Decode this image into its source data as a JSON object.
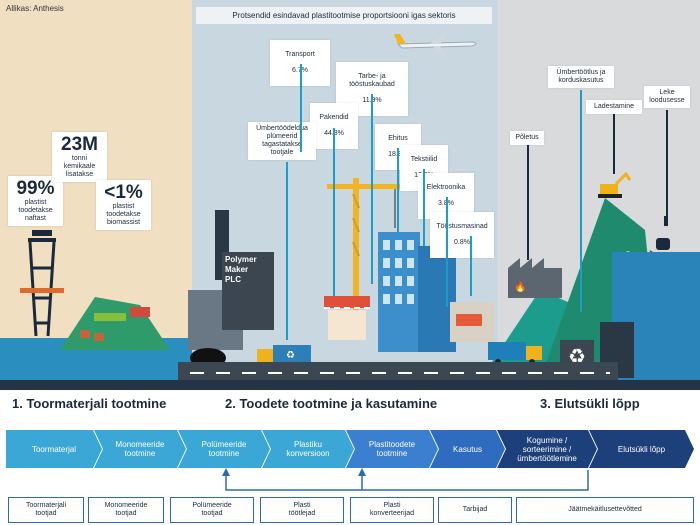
{
  "source": "Allikas: Anthesis",
  "stats": [
    {
      "value": "99%",
      "text": "plastist\ntoodetakse\nnaftast"
    },
    {
      "value": "23M",
      "text": "tonni\nkemikaale\nlisatakse"
    },
    {
      "value": "<1%",
      "text": "plastist\ntoodetakse\nbiomassist"
    }
  ],
  "factory_sign": "Polymer\nMaker\nPLC",
  "sector_chart": {
    "title": "Protsendid esindavad plastitootmise proportsiooni igas sektoris",
    "sectors": [
      {
        "name": "Transport",
        "value": "6.7%"
      },
      {
        "name": "Tarbe- ja\ntööstuskaubad",
        "value": "11.9%"
      },
      {
        "name": "Pakendid",
        "value": "44.8%"
      },
      {
        "name": "Ehitus",
        "value": "18.8%"
      },
      {
        "name": "Tekstiilid",
        "value": "13.2%"
      },
      {
        "name": "Elektroonika",
        "value": "3.8%"
      },
      {
        "name": "Tööstusmasinad",
        "value": "0.8%"
      }
    ],
    "recycled_label": "Ümbertöödeldua\nplümeerid\ntagastatakse\ntootjale"
  },
  "end_of_life": {
    "incineration": "Põletus",
    "recycling": "Ümbertöötlus ja\nkorduskasutus",
    "landfill": "Ladestamine",
    "leakage": "Leke\nloodusesse"
  },
  "phases": [
    "1. Toormaterjali tootmine",
    "2. Toodete tootmine ja kasutamine",
    "3. Elutsükli lõpp"
  ],
  "flow_steps": [
    {
      "label": "Toormaterjal",
      "color": "#3aa7d6"
    },
    {
      "label": "Monomeeride\ntootmine",
      "color": "#3aa7d6"
    },
    {
      "label": "Polümeeride\ntootmine",
      "color": "#3aa7d6"
    },
    {
      "label": "Plastiku\nkonversioon",
      "color": "#3aa7d6"
    },
    {
      "label": "Plastitoodete\ntootmine",
      "color": "#3a7fd0"
    },
    {
      "label": "Kasutus",
      "color": "#2f6cc0"
    },
    {
      "label": "Kogumine /\nsorteerimine /\nümbertöötlemine",
      "color": "#1d3f7a"
    },
    {
      "label": "Elutsükli lõpp",
      "color": "#1d3f7a"
    }
  ],
  "actors": [
    "Toormaterjali\ntootjad",
    "Monomeeride\ntootjad",
    "Polümeeride\ntootjad",
    "Plasti\ntöötlejad",
    "Plasti\nkonverteerijad",
    "Tarbijad",
    "Jäätmekäitlusettevõtted"
  ]
}
